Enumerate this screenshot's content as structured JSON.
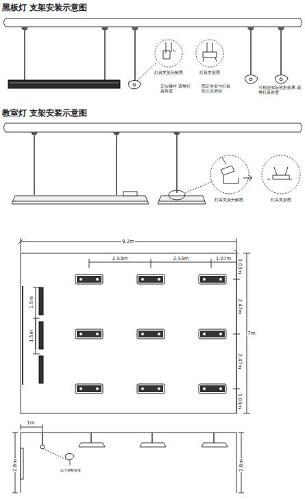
{
  "diagram": {
    "labels": [
      "黑板灯 支架安装示意图",
      "灯具支架分解图",
      "灯具支架图",
      "定位螺丝 调整灯具角度",
      "固定支架与灯具 防止其滑动",
      "可根据实际照射效果 调整灯具角度",
      "教室灯 支架安装示意图",
      "灯具支架分解图",
      "灯具支架图",
      "9.2m",
      "2.53m",
      "2.53m",
      "1.07m",
      "1.03m",
      "2.47m",
      "2.47m",
      "1.03m",
      "7m",
      "1.5m",
      "1.5m",
      "1m",
      "2.8m",
      "以下调整角度",
      "2.8m"
    ]
  }
}
